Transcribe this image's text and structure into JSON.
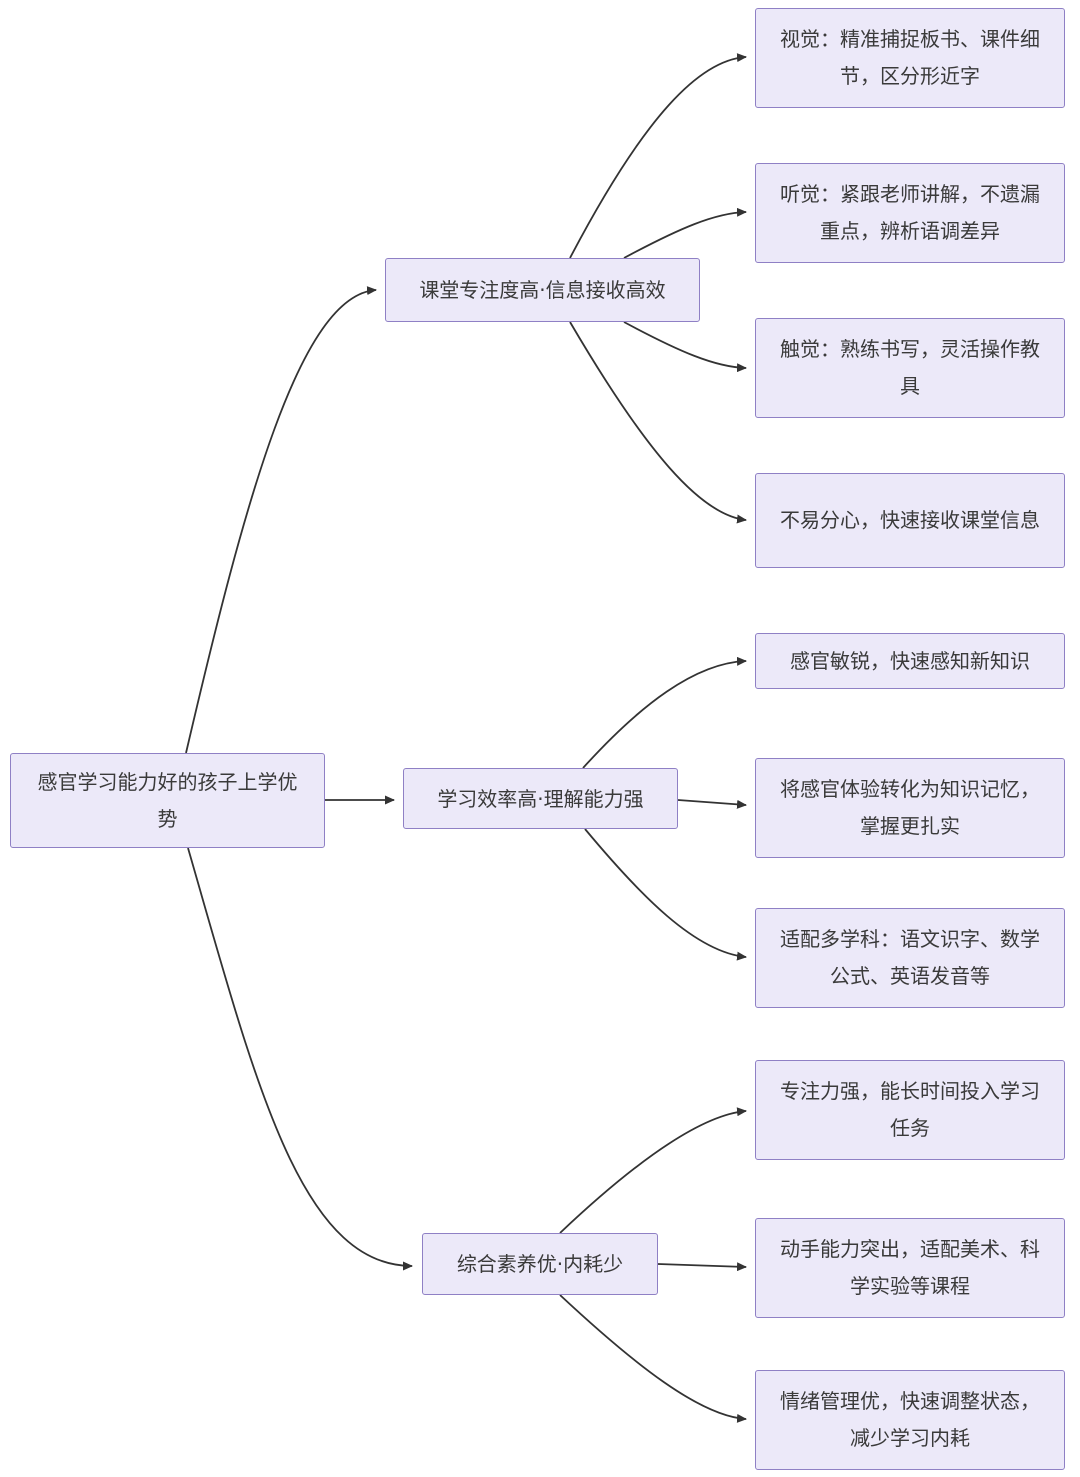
{
  "diagram": {
    "type": "mindmap",
    "colors": {
      "background": "#ffffff",
      "node_fill": "#ece9f9",
      "node_border": "#8f80c5",
      "text": "#3a3a3a",
      "edge": "#333333"
    },
    "root": {
      "label": "感官学习能力好的孩子上学优势"
    },
    "branches": [
      {
        "label": "课堂专注度高·信息接收高效",
        "children": [
          {
            "label": "视觉：精准捕捉板书、课件细节，区分形近字"
          },
          {
            "label": "听觉：紧跟老师讲解，不遗漏重点，辨析语调差异"
          },
          {
            "label": "触觉：熟练书写，灵活操作教具"
          },
          {
            "label": "不易分心，快速接收课堂信息"
          }
        ]
      },
      {
        "label": "学习效率高·理解能力强",
        "children": [
          {
            "label": "感官敏锐，快速感知新知识"
          },
          {
            "label": "将感官体验转化为知识记忆，掌握更扎实"
          },
          {
            "label": "适配多学科：语文识字、数学公式、英语发音等"
          }
        ]
      },
      {
        "label": "综合素养优·内耗少",
        "children": [
          {
            "label": "专注力强，能长时间投入学习任务"
          },
          {
            "label": "动手能力突出，适配美术、科学实验等课程"
          },
          {
            "label": "情绪管理优，快速调整状态，减少学习内耗"
          }
        ]
      }
    ]
  }
}
